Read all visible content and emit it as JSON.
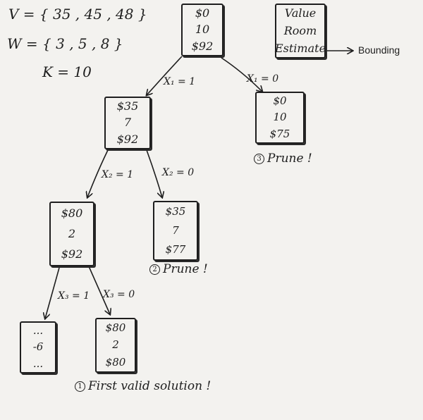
{
  "problem": {
    "v_line": "V = { 35 , 45 , 48 }",
    "w_line": "W = { 3 , 5 , 8 }",
    "k_line": "K = 10"
  },
  "legend": {
    "value": "Value",
    "room": "Room",
    "estimate": "Estimate",
    "bounding": "Bounding"
  },
  "nodes": {
    "root": {
      "value": "$0",
      "room": "10",
      "estimate": "$92"
    },
    "n1": {
      "value": "$35",
      "room": "7",
      "estimate": "$92"
    },
    "n2": {
      "value": "$0",
      "room": "10",
      "estimate": "$75"
    },
    "n11": {
      "value": "$80",
      "room": "2",
      "estimate": "$92"
    },
    "n12": {
      "value": "$35",
      "room": "7",
      "estimate": "$77"
    },
    "n111": {
      "value": "...",
      "room": "-6",
      "estimate": "..."
    },
    "n112": {
      "value": "$80",
      "room": "2",
      "estimate": "$80"
    }
  },
  "edges": {
    "x1_1": "X₁ = 1",
    "x1_0": "X₁ = 0",
    "x2_1": "X₂ = 1",
    "x2_0": "X₂ = 0",
    "x3_1": "X₃ = 1",
    "x3_0": "X₃ = 0"
  },
  "notes": {
    "n3_num": "3",
    "n3_text": "Prune !",
    "n2_num": "2",
    "n2_text": "Prune !",
    "n1_num": "1",
    "n1_text": "First valid solution !"
  }
}
